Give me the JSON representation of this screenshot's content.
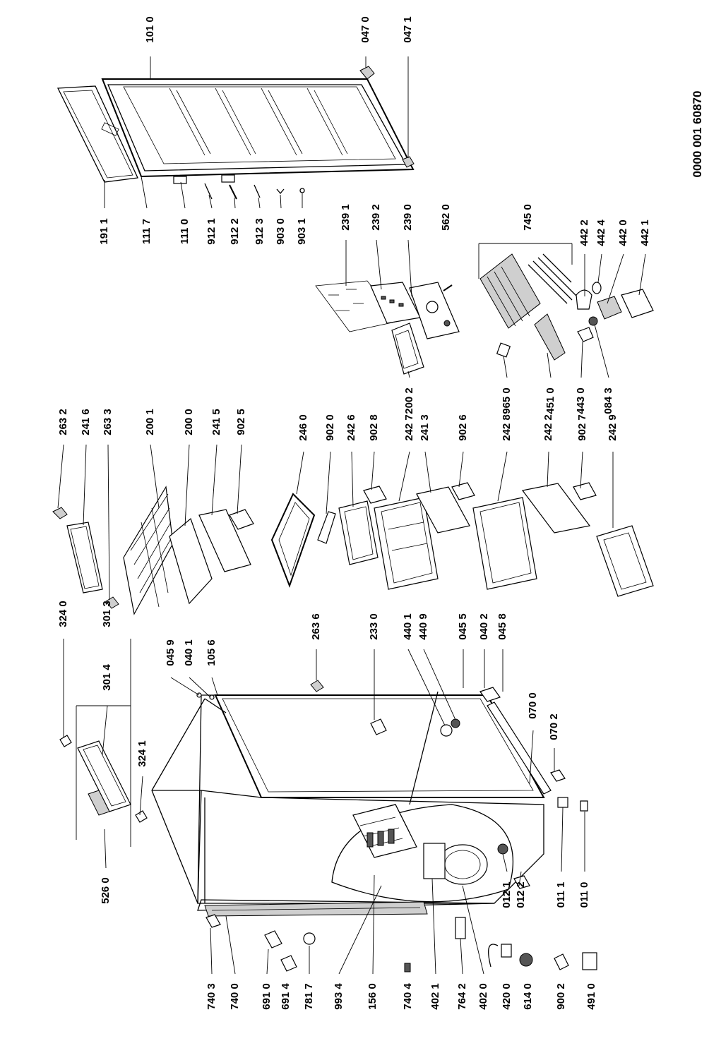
{
  "document_number": "0000 001 60870",
  "part_labels": [
    {
      "id": "1010",
      "text": "101 0"
    },
    {
      "id": "0470",
      "text": "047 0"
    },
    {
      "id": "0471",
      "text": "047 1"
    },
    {
      "id": "1911",
      "text": "191 1"
    },
    {
      "id": "1117",
      "text": "111 7"
    },
    {
      "id": "1110",
      "text": "111 0"
    },
    {
      "id": "9121",
      "text": "912 1"
    },
    {
      "id": "9122",
      "text": "912 2"
    },
    {
      "id": "9123",
      "text": "912 3"
    },
    {
      "id": "9030",
      "text": "903 0"
    },
    {
      "id": "9031",
      "text": "903 1"
    },
    {
      "id": "2391",
      "text": "239 1"
    },
    {
      "id": "2392",
      "text": "239 2"
    },
    {
      "id": "2390",
      "text": "239 0"
    },
    {
      "id": "5620",
      "text": "562 0"
    },
    {
      "id": "2002",
      "text": "200 2"
    },
    {
      "id": "7450",
      "text": "745 0"
    },
    {
      "id": "4422",
      "text": "442 2"
    },
    {
      "id": "4424",
      "text": "442 4"
    },
    {
      "id": "4420",
      "text": "442 0"
    },
    {
      "id": "4421",
      "text": "442 1"
    },
    {
      "id": "9650",
      "text": "965 0"
    },
    {
      "id": "4510",
      "text": "451 0"
    },
    {
      "id": "4430",
      "text": "443 0"
    },
    {
      "id": "0843",
      "text": "084 3"
    },
    {
      "id": "2632",
      "text": "263 2"
    },
    {
      "id": "2416",
      "text": "241 6"
    },
    {
      "id": "2633",
      "text": "263 3"
    },
    {
      "id": "2001",
      "text": "200 1"
    },
    {
      "id": "2000",
      "text": "200 0"
    },
    {
      "id": "2415",
      "text": "241 5"
    },
    {
      "id": "9025",
      "text": "902 5"
    },
    {
      "id": "2460",
      "text": "246 0"
    },
    {
      "id": "9020",
      "text": "902 0"
    },
    {
      "id": "2426",
      "text": "242 6"
    },
    {
      "id": "9028",
      "text": "902 8"
    },
    {
      "id": "2427",
      "text": "242 7"
    },
    {
      "id": "2413",
      "text": "241 3"
    },
    {
      "id": "9026",
      "text": "902 6"
    },
    {
      "id": "2428",
      "text": "242 8"
    },
    {
      "id": "2422",
      "text": "242 2"
    },
    {
      "id": "9027",
      "text": "902 7"
    },
    {
      "id": "2429",
      "text": "242 9"
    },
    {
      "id": "3240",
      "text": "324 0"
    },
    {
      "id": "3013",
      "text": "301 3"
    },
    {
      "id": "3014",
      "text": "301 4"
    },
    {
      "id": "3241",
      "text": "324 1"
    },
    {
      "id": "5260",
      "text": "526 0"
    },
    {
      "id": "0459",
      "text": "045 9"
    },
    {
      "id": "0401",
      "text": "040 1"
    },
    {
      "id": "1056",
      "text": "105 6"
    },
    {
      "id": "2636",
      "text": "263 6"
    },
    {
      "id": "2330",
      "text": "233 0"
    },
    {
      "id": "4401",
      "text": "440 1"
    },
    {
      "id": "4409",
      "text": "440 9"
    },
    {
      "id": "0455",
      "text": "045 5"
    },
    {
      "id": "0402",
      "text": "040 2"
    },
    {
      "id": "0458",
      "text": "045 8"
    },
    {
      "id": "0700",
      "text": "070 0"
    },
    {
      "id": "0702",
      "text": "070 2"
    },
    {
      "id": "0111",
      "text": "011 1"
    },
    {
      "id": "0110",
      "text": "011 0"
    },
    {
      "id": "0121",
      "text": "012 1"
    },
    {
      "id": "0122",
      "text": "012 2"
    },
    {
      "id": "7403",
      "text": "740 3"
    },
    {
      "id": "7400",
      "text": "740 0"
    },
    {
      "id": "6910",
      "text": "691 0"
    },
    {
      "id": "6914",
      "text": "691 4"
    },
    {
      "id": "7817",
      "text": "781 7"
    },
    {
      "id": "9934",
      "text": "993 4"
    },
    {
      "id": "1560",
      "text": "156 0"
    },
    {
      "id": "7404",
      "text": "740 4"
    },
    {
      "id": "4021",
      "text": "402 1"
    },
    {
      "id": "7642",
      "text": "764 2"
    },
    {
      "id": "4020",
      "text": "402 0"
    },
    {
      "id": "4200",
      "text": "420 0"
    },
    {
      "id": "6140",
      "text": "614 0"
    },
    {
      "id": "9002",
      "text": "900 2"
    },
    {
      "id": "4910",
      "text": "491 0"
    }
  ]
}
